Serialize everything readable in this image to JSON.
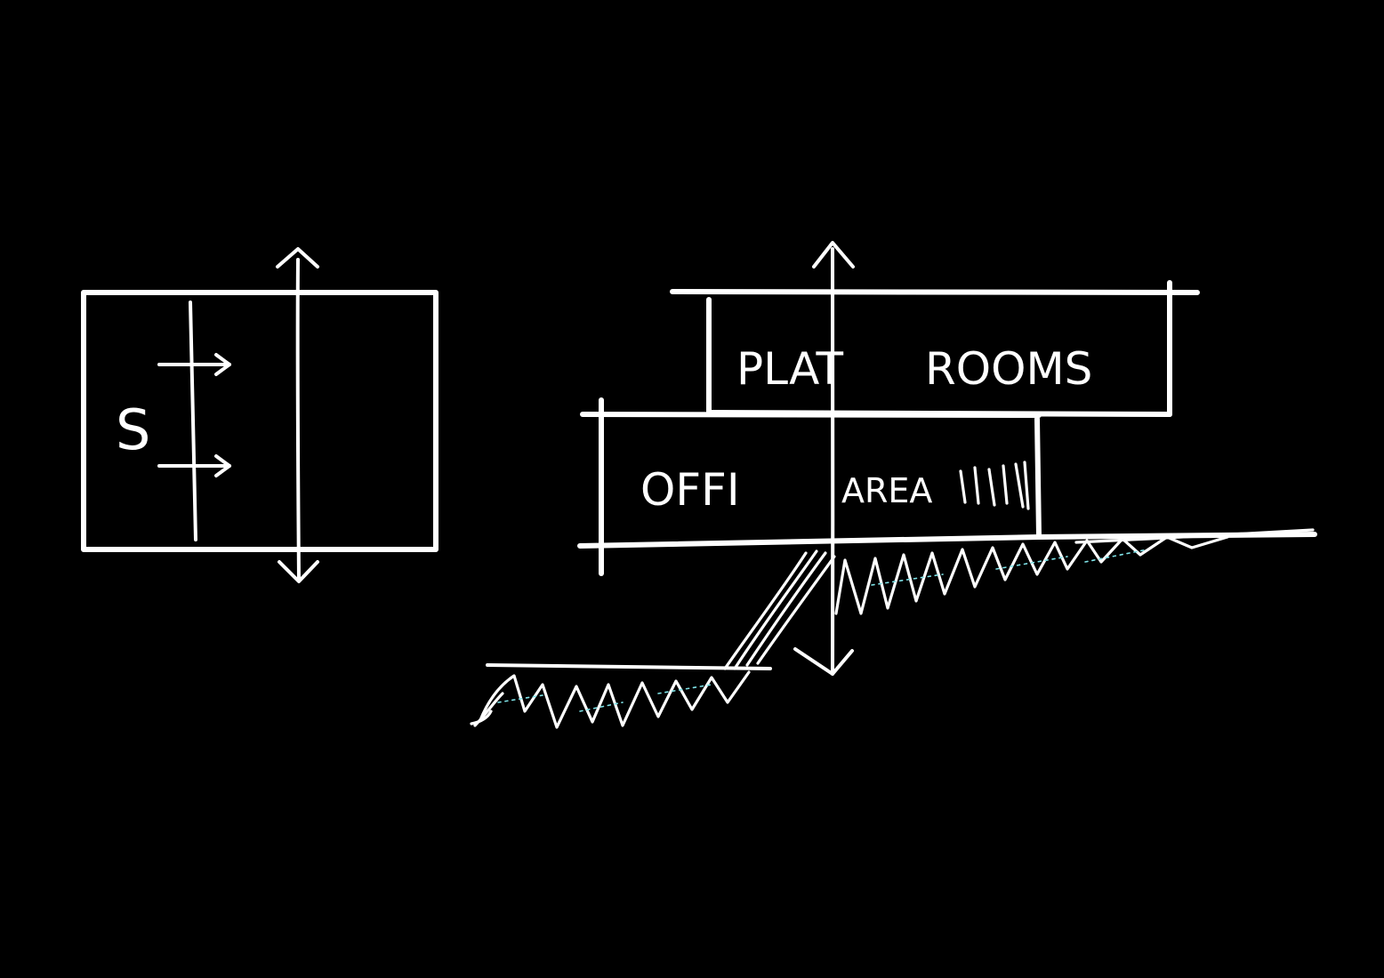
{
  "sketch": {
    "plan_label": "S",
    "upper_room_label_1": "PLAT",
    "upper_room_label_2": "ROOMS",
    "lower_room_label_1": "OFFI",
    "lower_room_label_2": "AREA"
  },
  "colors": {
    "background": "#000000",
    "ink": "#ffffff",
    "accent": "#7fe3e8"
  }
}
